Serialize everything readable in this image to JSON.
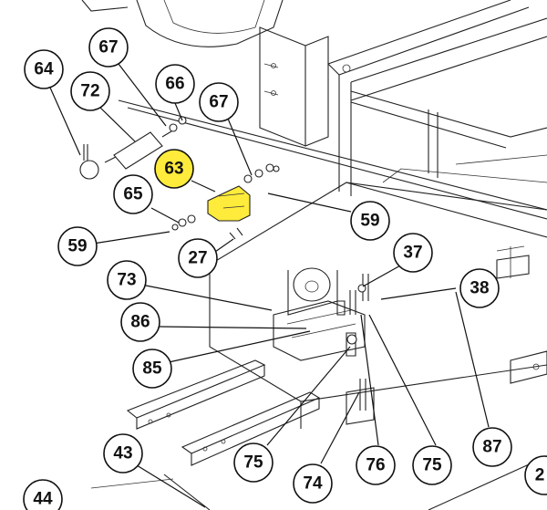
{
  "highlight_color": "#ffeb3b",
  "callouts": [
    {
      "id": "c64",
      "label": "64"
    },
    {
      "id": "c72",
      "label": "72"
    },
    {
      "id": "c67a",
      "label": "67"
    },
    {
      "id": "c66",
      "label": "66"
    },
    {
      "id": "c67b",
      "label": "67"
    },
    {
      "id": "c63",
      "label": "63",
      "highlighted": true
    },
    {
      "id": "c65",
      "label": "65"
    },
    {
      "id": "c59a",
      "label": "59"
    },
    {
      "id": "c59b",
      "label": "59"
    },
    {
      "id": "c27",
      "label": "27"
    },
    {
      "id": "c37",
      "label": "37"
    },
    {
      "id": "c73",
      "label": "73"
    },
    {
      "id": "c38",
      "label": "38"
    },
    {
      "id": "c86",
      "label": "86"
    },
    {
      "id": "c85",
      "label": "85"
    },
    {
      "id": "c43",
      "label": "43"
    },
    {
      "id": "c87",
      "label": "87"
    },
    {
      "id": "c75a",
      "label": "75"
    },
    {
      "id": "c76",
      "label": "76"
    },
    {
      "id": "c75b",
      "label": "75"
    },
    {
      "id": "c74",
      "label": "74"
    },
    {
      "id": "c44",
      "label": "44"
    },
    {
      "id": "c2x",
      "label": "2"
    }
  ]
}
